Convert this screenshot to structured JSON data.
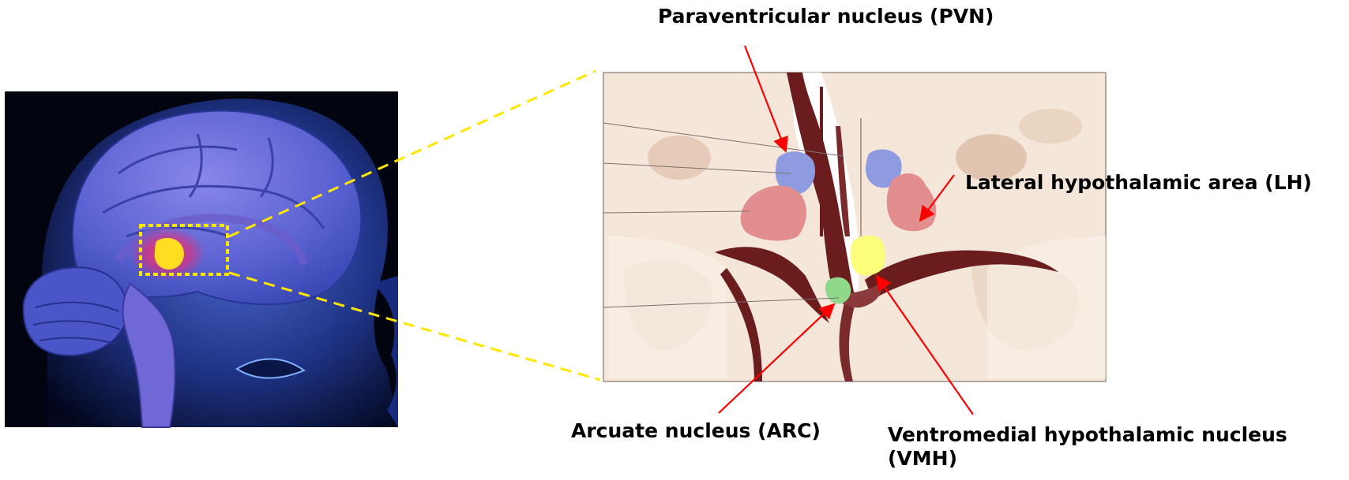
{
  "labels": {
    "pvn": "Paraventricular nucleus (PVN)",
    "lh": "Lateral hypothalamic area (LH)",
    "arc": "Arcuate nucleus (ARC)",
    "vmh": "Ventromedial hypothalamic nucleus (VMH)"
  },
  "colors": {
    "pvn_region": "#8f9be0",
    "lh_region": "#e38e8e",
    "vmh_region": "#fdfd7c",
    "arc_region": "#8fd98a",
    "pointer_arrow": "#ff0000",
    "zoom_callout": "#ffe600",
    "brain_illustration": "#4a63d6",
    "ventricle": "#6b1c1c",
    "tissue": "#f3e4d6"
  },
  "icons": {
    "brain": "sagittal-brain-illustration",
    "section": "coronal-hypothalamus-section"
  }
}
